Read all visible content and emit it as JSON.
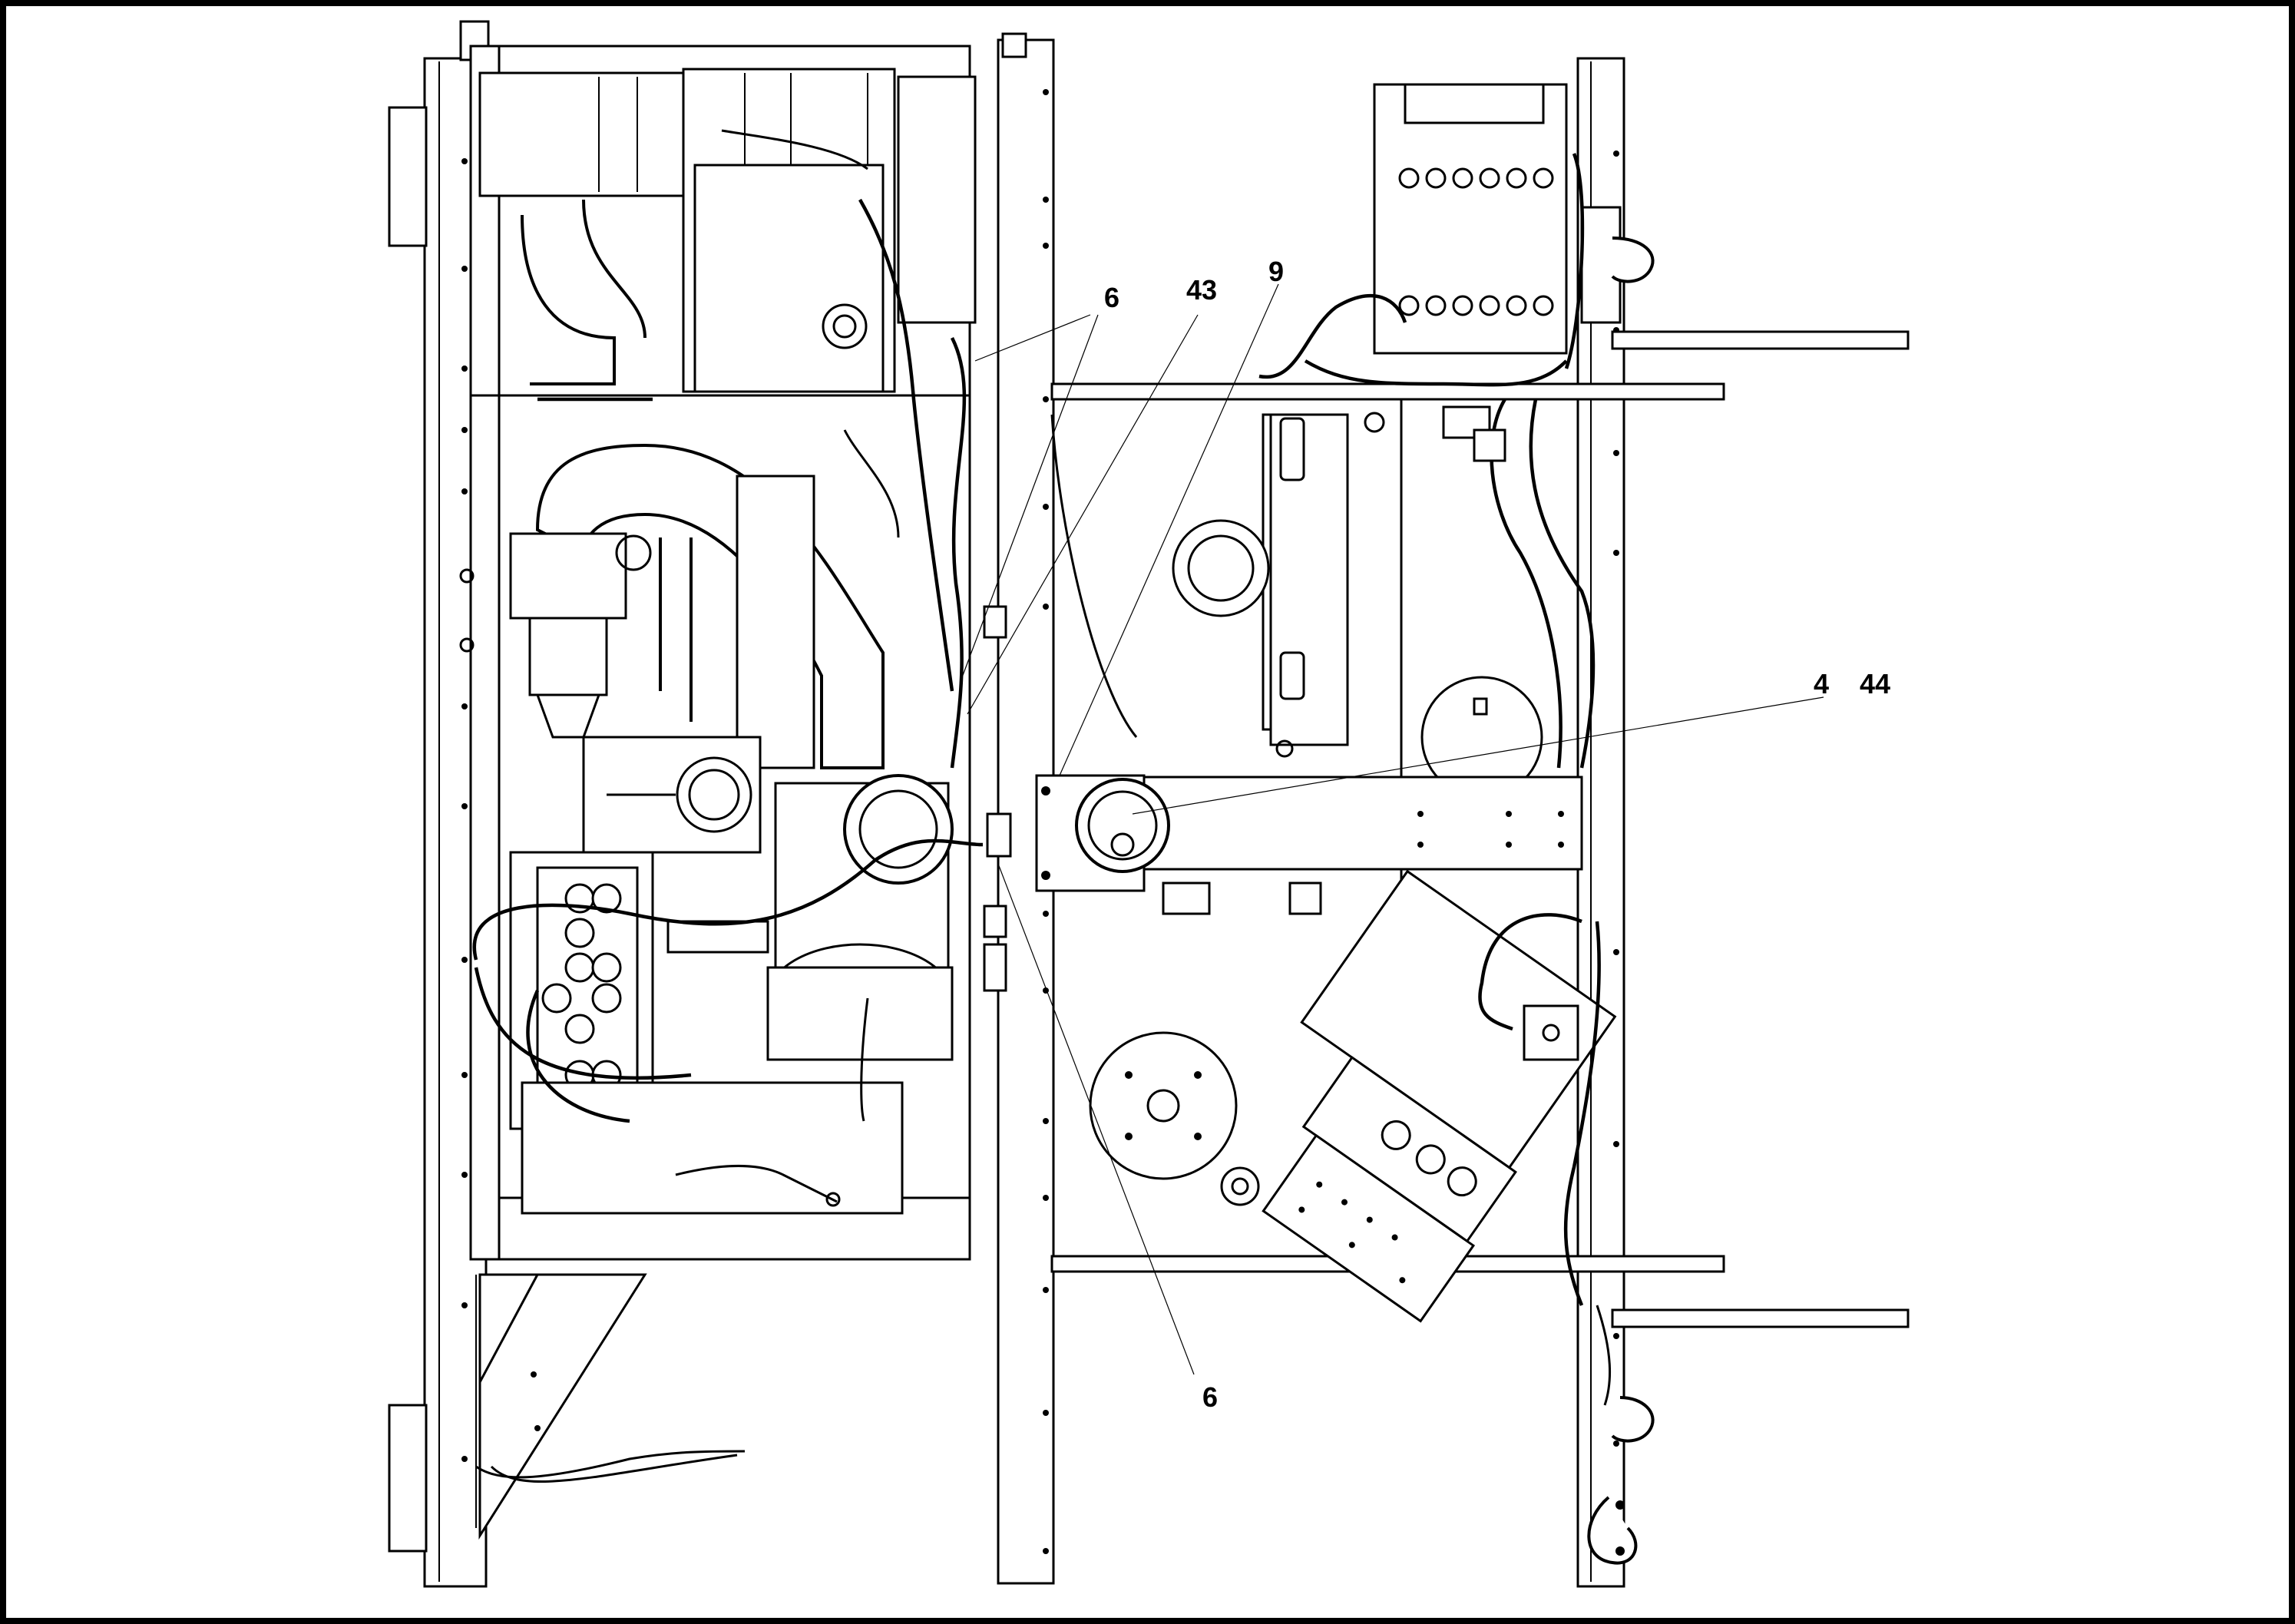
{
  "callouts": [
    {
      "id": "c1",
      "label": "6"
    },
    {
      "id": "c2",
      "label": "43"
    },
    {
      "id": "c3",
      "label": "9"
    },
    {
      "id": "c4",
      "label": "4"
    },
    {
      "id": "c5",
      "label": "44"
    },
    {
      "id": "c6",
      "label": "6"
    }
  ]
}
